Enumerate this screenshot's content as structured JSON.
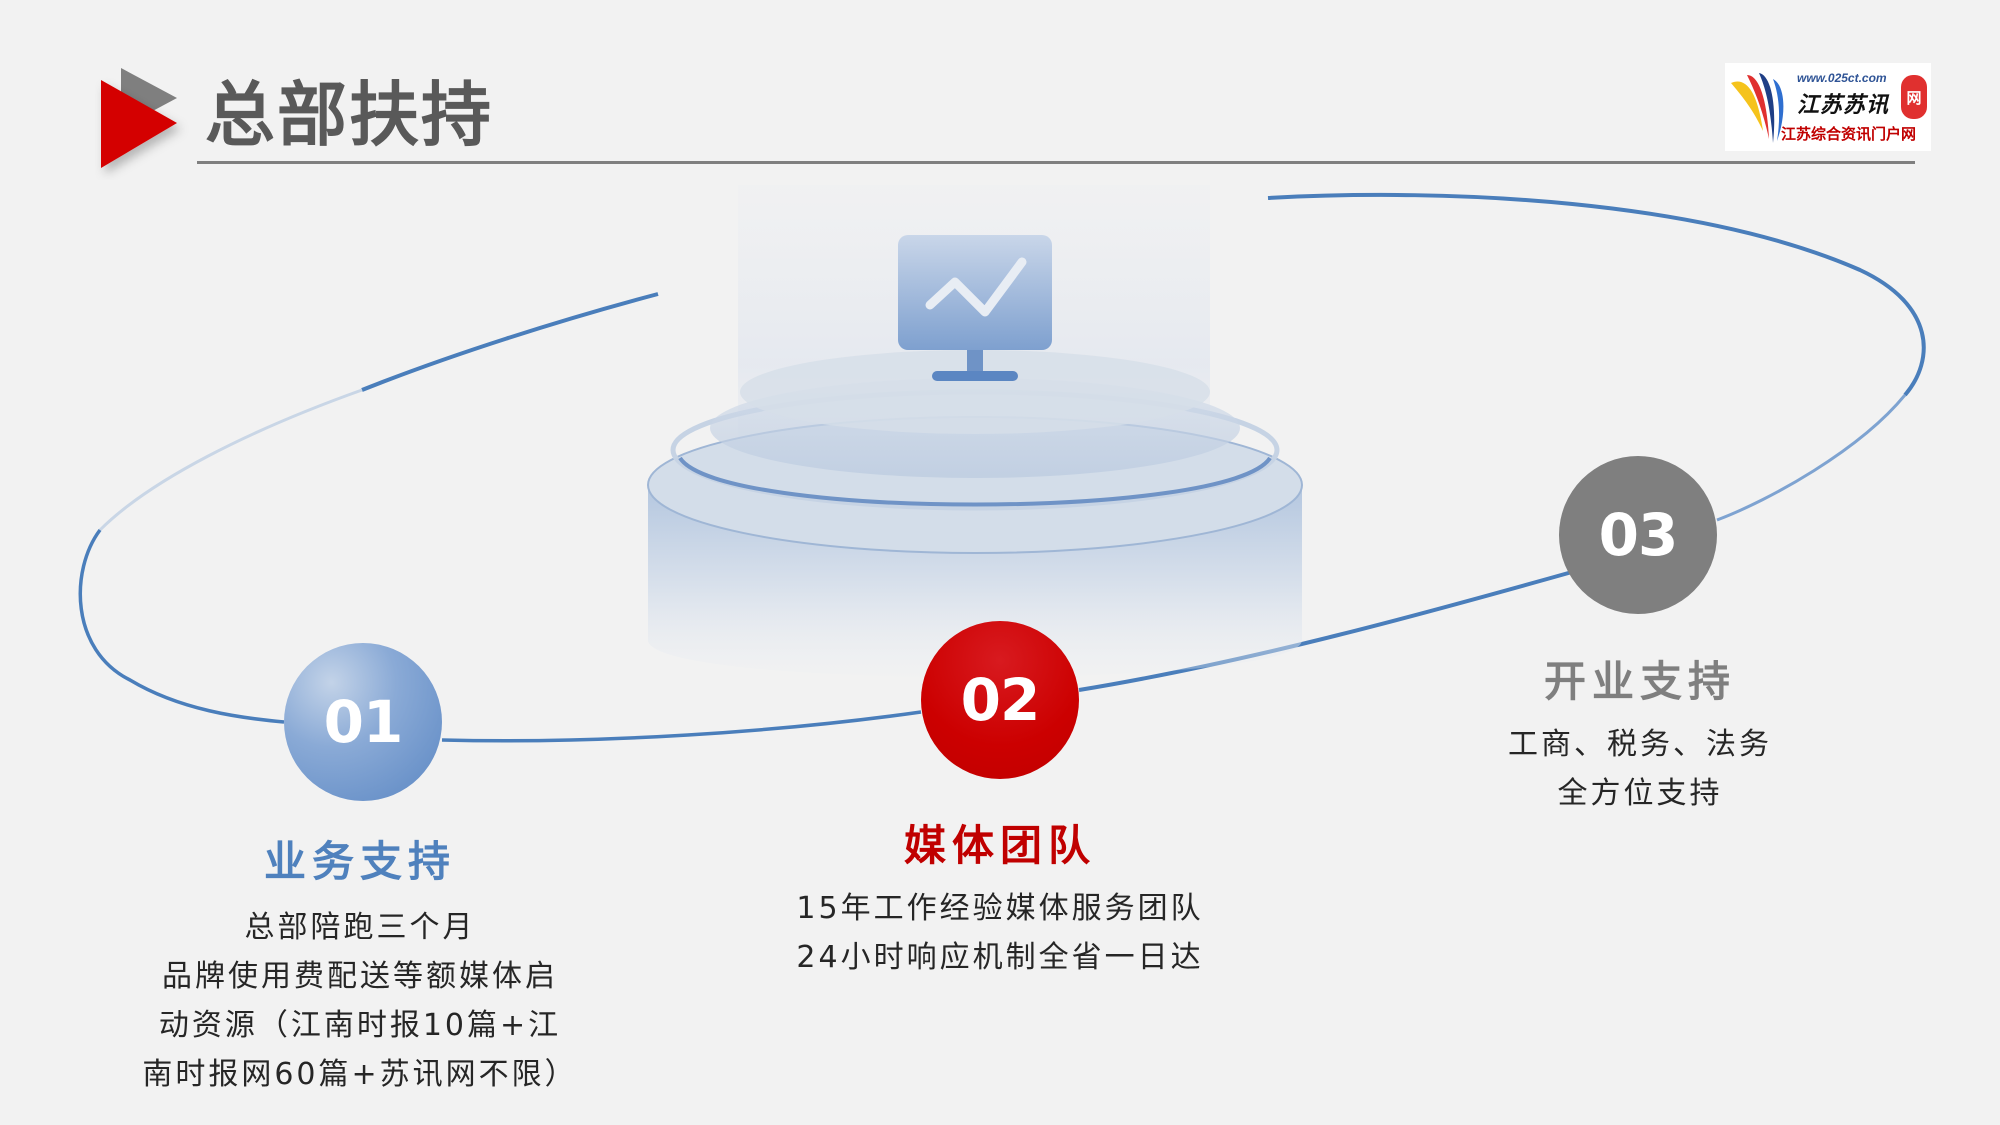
{
  "header": {
    "title": "总部扶持"
  },
  "logo": {
    "url": "www.025ct.com",
    "name": "江苏苏讯",
    "seal": "网",
    "subtitle": "江苏综合资讯门户网"
  },
  "illustration": {
    "icon": "monitor-chart-icon"
  },
  "sections": [
    {
      "number": "01",
      "title": "业务支持",
      "lines": [
        "总部陪跑三个月",
        "品牌使用费配送等额媒体启",
        "动资源（江南时报10篇+江",
        "南时报网60篇+苏讯网不限）"
      ],
      "color": "#4f81bd"
    },
    {
      "number": "02",
      "title": "媒体团队",
      "lines": [
        "15年工作经验媒体服务团队",
        "24小时响应机制全省一日达"
      ],
      "color": "#c00000"
    },
    {
      "number": "03",
      "title": "开业支持",
      "lines": [
        "工商、税务、法务",
        "全方位支持"
      ],
      "color": "#7f7f7f"
    }
  ],
  "colors": {
    "background": "#f2f2f2",
    "accent_red": "#c00000",
    "accent_blue": "#4f81bd",
    "accent_gray": "#7f7f7f",
    "orbit": "#4a7ebb"
  }
}
